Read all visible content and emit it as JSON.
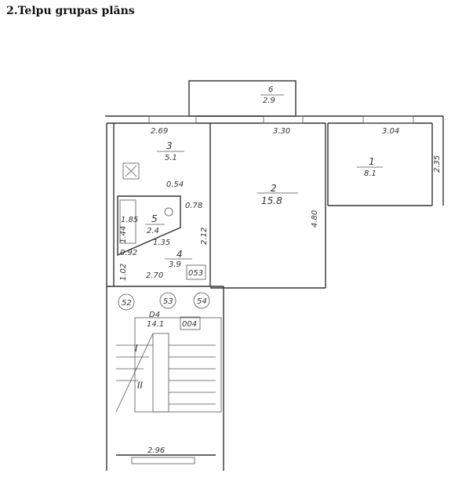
{
  "title": "2.Telpu grupas plāns",
  "rooms": [
    {
      "number": "1",
      "area": "8.1"
    },
    {
      "number": "2",
      "area": "15.8"
    },
    {
      "number": "3",
      "area": "5.1"
    },
    {
      "number": "4",
      "area": "3.9"
    },
    {
      "number": "5",
      "area": "2.4"
    },
    {
      "number": "6",
      "area": "2.9"
    },
    {
      "number": "D4",
      "area": "14.1"
    }
  ],
  "dimensions": {
    "d1": "2.69",
    "d2": "3.30",
    "d3": "3.04",
    "d4": "2.35",
    "d5": "4.80",
    "d6": "0.54",
    "d7": "0.78",
    "d8": "2.12",
    "d9": "1.85",
    "d10": "1.44",
    "d11": "1.35",
    "d12": "0.92",
    "d13": "1.02",
    "d14": "2.70",
    "d15": "2.96"
  },
  "codes": {
    "apartment": "053",
    "stair": "004"
  },
  "apartments": [
    "52",
    "53",
    "54"
  ],
  "stair_marks": [
    "I",
    "II"
  ]
}
